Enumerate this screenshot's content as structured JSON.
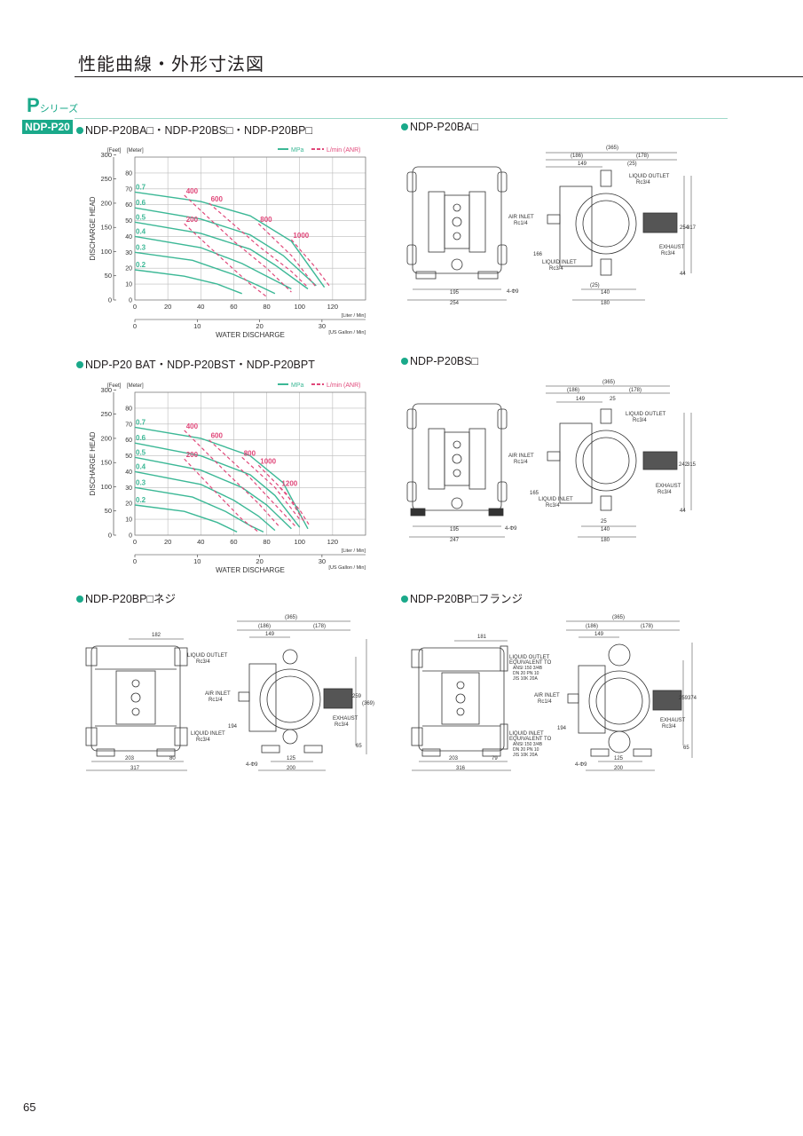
{
  "page": {
    "title": "性能曲線・外形寸法図",
    "series_letter": "P",
    "series_suffix": "シリーズ",
    "model_tab": "NDP-P20",
    "page_number": "65"
  },
  "sections": {
    "chart1": "NDP-P20BA□・NDP-P20BS□・NDP-P20BP□",
    "chart2": "NDP-P20 BAT・NDP-P20BST・NDP-P20BPT",
    "dim_ba": "NDP-P20BA□",
    "dim_bs": "NDP-P20BS□",
    "dim_bp_screw": "NDP-P20BP□ネジ",
    "dim_bp_flange": "NDP-P20BP□フランジ"
  },
  "chart_common": {
    "feet_label": "[Feet]",
    "meter_label": "[Meter]",
    "legend_mpa": "MPa",
    "legend_lmin": "L/min (ANR)",
    "ylabel": "DISCHARGE HEAD",
    "xlabel": "WATER DISCHARGE",
    "x_unit_lpm": "[Liter / Min]",
    "x_unit_gpm": "[US Gallon / Min]",
    "feet_ticks": [
      "300",
      "250",
      "200",
      "150",
      "100",
      "50",
      "0"
    ],
    "meter_ticks": [
      "80",
      "70",
      "60",
      "50",
      "40",
      "30",
      "20",
      "10",
      "0"
    ],
    "lpm_ticks": [
      "0",
      "20",
      "40",
      "60",
      "80",
      "100",
      "120"
    ],
    "gpm_ticks": [
      "0",
      "10",
      "20",
      "30"
    ],
    "colors": {
      "mpa": "#3cb896",
      "lmin": "#e0487a"
    }
  },
  "chart_data": [
    {
      "type": "line",
      "x_unit": "Liter / Min",
      "y_unit": "Meter",
      "xlim": [
        0,
        140
      ],
      "ylim": [
        0,
        90
      ],
      "pressure_series": [
        {
          "name": "0.7",
          "points": [
            [
              0,
              68
            ],
            [
              40,
              62
            ],
            [
              70,
              53
            ],
            [
              95,
              37
            ],
            [
              115,
              8
            ]
          ]
        },
        {
          "name": "0.6",
          "points": [
            [
              0,
              58
            ],
            [
              40,
              51
            ],
            [
              70,
              41
            ],
            [
              90,
              28
            ],
            [
              110,
              9
            ]
          ]
        },
        {
          "name": "0.5",
          "points": [
            [
              0,
              49
            ],
            [
              40,
              42
            ],
            [
              70,
              32
            ],
            [
              85,
              22
            ],
            [
              105,
              7
            ]
          ]
        },
        {
          "name": "0.4",
          "points": [
            [
              0,
              40
            ],
            [
              40,
              33
            ],
            [
              65,
              23
            ],
            [
              80,
              15
            ],
            [
              95,
              7
            ]
          ]
        },
        {
          "name": "0.3",
          "points": [
            [
              0,
              30
            ],
            [
              35,
              25
            ],
            [
              60,
              16
            ],
            [
              75,
              9
            ],
            [
              85,
              4
            ]
          ]
        },
        {
          "name": "0.2",
          "points": [
            [
              0,
              19
            ],
            [
              30,
              15
            ],
            [
              50,
              10
            ],
            [
              65,
              4
            ]
          ]
        }
      ],
      "air_series": [
        {
          "name": "200",
          "points": [
            [
              30,
              48
            ],
            [
              55,
              24
            ],
            [
              70,
              10
            ],
            [
              80,
              2
            ]
          ]
        },
        {
          "name": "400",
          "points": [
            [
              30,
              66
            ],
            [
              60,
              37
            ],
            [
              80,
              20
            ],
            [
              95,
              5
            ]
          ]
        },
        {
          "name": "600",
          "points": [
            [
              45,
              61
            ],
            [
              75,
              34
            ],
            [
              95,
              18
            ],
            [
              105,
              8
            ]
          ]
        },
        {
          "name": "800",
          "points": [
            [
              75,
              48
            ],
            [
              95,
              28
            ],
            [
              110,
              8
            ]
          ]
        },
        {
          "name": "1000",
          "points": [
            [
              95,
              38
            ],
            [
              110,
              20
            ],
            [
              118,
              9
            ]
          ]
        }
      ],
      "pressure_labels": [
        "0.7",
        "0.6",
        "0.5",
        "0.4",
        "0.3",
        "0.2"
      ],
      "air_labels": [
        "400",
        "600",
        "200",
        "800",
        "1000"
      ]
    },
    {
      "type": "line",
      "x_unit": "Liter / Min",
      "y_unit": "Meter",
      "xlim": [
        0,
        140
      ],
      "ylim": [
        0,
        90
      ],
      "pressure_series": [
        {
          "name": "0.7",
          "points": [
            [
              0,
              68
            ],
            [
              40,
              61
            ],
            [
              70,
              50
            ],
            [
              90,
              33
            ],
            [
              105,
              4
            ]
          ]
        },
        {
          "name": "0.6",
          "points": [
            [
              0,
              58
            ],
            [
              40,
              50
            ],
            [
              70,
              38
            ],
            [
              85,
              25
            ],
            [
              100,
              5
            ]
          ]
        },
        {
          "name": "0.5",
          "points": [
            [
              0,
              49
            ],
            [
              40,
              41
            ],
            [
              65,
              30
            ],
            [
              80,
              19
            ],
            [
              95,
              4
            ]
          ]
        },
        {
          "name": "0.4",
          "points": [
            [
              0,
              40
            ],
            [
              40,
              32
            ],
            [
              60,
              22
            ],
            [
              75,
              12
            ],
            [
              85,
              3
            ]
          ]
        },
        {
          "name": "0.3",
          "points": [
            [
              0,
              30
            ],
            [
              35,
              24
            ],
            [
              55,
              15
            ],
            [
              70,
              6
            ],
            [
              78,
              2
            ]
          ]
        },
        {
          "name": "0.2",
          "points": [
            [
              0,
              19
            ],
            [
              30,
              15
            ],
            [
              50,
              8
            ],
            [
              62,
              2
            ]
          ]
        }
      ],
      "air_series": [
        {
          "name": "200",
          "points": [
            [
              30,
              48
            ],
            [
              50,
              26
            ],
            [
              65,
              10
            ],
            [
              75,
              2
            ]
          ]
        },
        {
          "name": "400",
          "points": [
            [
              30,
              66
            ],
            [
              55,
              40
            ],
            [
              75,
              20
            ],
            [
              88,
              5
            ]
          ]
        },
        {
          "name": "600",
          "points": [
            [
              45,
              60
            ],
            [
              70,
              36
            ],
            [
              88,
              16
            ],
            [
              98,
              5
            ]
          ]
        },
        {
          "name": "800",
          "points": [
            [
              65,
              49
            ],
            [
              85,
              30
            ],
            [
              100,
              10
            ]
          ]
        },
        {
          "name": "1000",
          "points": [
            [
              75,
              44
            ],
            [
              92,
              26
            ],
            [
              103,
              8
            ]
          ]
        },
        {
          "name": "1200",
          "points": [
            [
              88,
              30
            ],
            [
              100,
              16
            ],
            [
              106,
              6
            ]
          ]
        }
      ],
      "pressure_labels": [
        "0.7",
        "0.6",
        "0.5",
        "0.4",
        "0.3",
        "0.2"
      ],
      "air_labels": [
        "400",
        "600",
        "200",
        "800",
        "1000",
        "1200"
      ]
    }
  ],
  "dims": {
    "ba": {
      "w365": "(365)",
      "w186": "(186)",
      "w178": "(178)",
      "w149": "149",
      "w25": "(25)",
      "liquid_outlet": "LIQUID OUTLET",
      "outlet_rc": "Rc3/4",
      "air_inlet": "AIR INLET",
      "air_rc": "Rc1/4",
      "exhaust": "EXHAUST",
      "exhaust_rc": "Rc3/4",
      "liquid_inlet": "LIQUID INLET",
      "inlet_rc": "Rc3/4",
      "h254": "254",
      "h317": "317",
      "h166": "166",
      "h44": "44",
      "b195": "195",
      "b254": "254",
      "holes": "4-Φ9",
      "b25": "(25)",
      "b140": "140",
      "b180": "180"
    },
    "bs": {
      "w365": "(365)",
      "w186": "(186)",
      "w178": "(178)",
      "w149": "149",
      "w25": "25",
      "liquid_outlet": "LIQUID OUTLET",
      "outlet_rc": "Rc3/4",
      "air_inlet": "AIR INLET",
      "air_rc": "Rc1/4",
      "exhaust": "EXHAUST",
      "exhaust_rc": "Rc3/4",
      "liquid_inlet": "LIQUID INLET",
      "inlet_rc": "Rc3/4",
      "h242": "242",
      "h315": "315",
      "h165": "165",
      "h44": "44",
      "b195": "195",
      "b247": "247",
      "holes": "4-Φ9",
      "b25": "25",
      "b140": "140",
      "b180": "180"
    },
    "bp_screw": {
      "w182": "182",
      "liquid_outlet": "LIQUID OUTLET",
      "outlet_rc": "Rc3/4",
      "liquid_inlet": "LIQUID INLET",
      "inlet_rc": "Rc3/4",
      "b203": "203",
      "b80": "80",
      "b317": "317",
      "w365": "(365)",
      "w186": "(186)",
      "w178": "(178)",
      "w149": "149",
      "air_inlet": "AIR INLET",
      "air_rc": "Rc1/4",
      "exhaust": "EXHAUST",
      "exhaust_rc": "Rc3/4",
      "h259": "259",
      "h369": "(369)",
      "h194": "194",
      "h65": "65",
      "holes": "4-Φ9",
      "b125": "125",
      "b200": "200"
    },
    "bp_flange": {
      "w181": "181",
      "liquid_outlet": "LIQUID OUTLET",
      "equiv": "EQUIVALENT TO",
      "std1": "ANSI 150 3/4B",
      "std2": "DN 20 PN 10",
      "std3": "JIS 10K 20A",
      "liquid_inlet": "LIQUID INLET",
      "b203": "203",
      "b79": "79",
      "b316": "316",
      "w365": "(365)",
      "w186": "(186)",
      "w178": "(178)",
      "w149": "149",
      "air_inlet": "AIR INLET",
      "air_rc": "Rc1/4",
      "exhaust": "EXHAUST",
      "exhaust_rc": "Rc3/4",
      "h259": "259",
      "h374": "374",
      "h194": "194",
      "h65": "65",
      "holes": "4-Φ9",
      "b125": "125",
      "b200": "200"
    }
  }
}
